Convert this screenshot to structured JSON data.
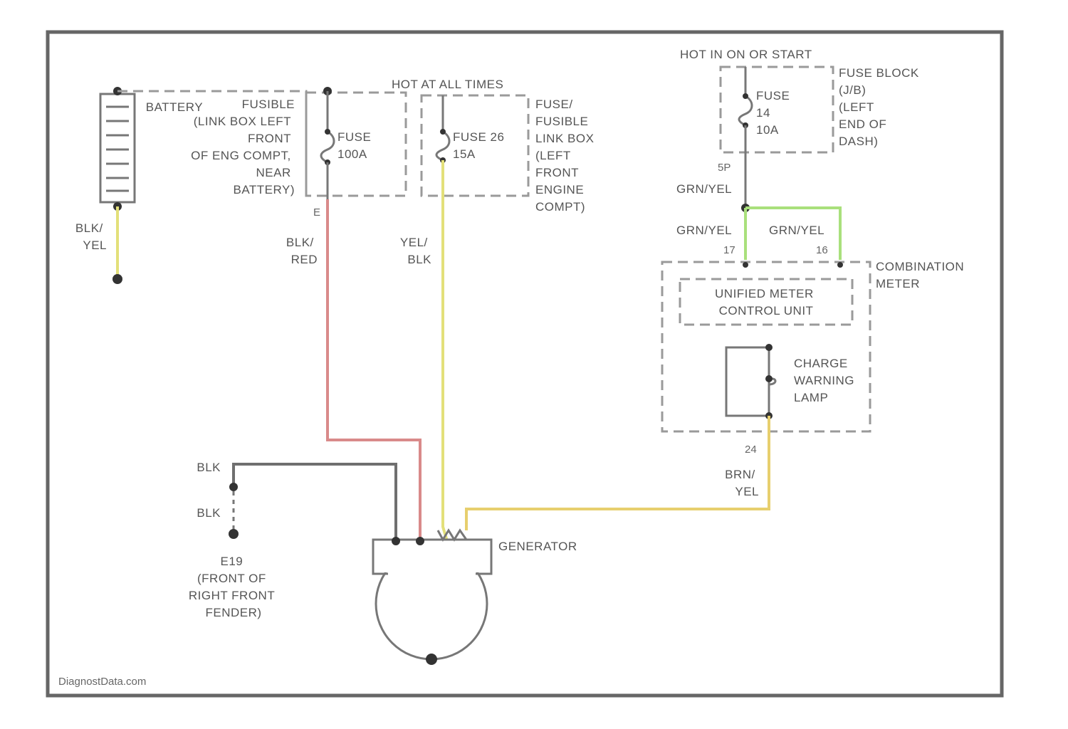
{
  "watermark": "DiagnostData.com",
  "labels": {
    "battery": [
      "BATTERY",
      "(LINK BOX LEFT",
      "FRONT",
      "OF ENG COMPT,",
      "NEAR",
      "BATTERY)"
    ],
    "fusible": "FUSIBLE",
    "hot_at_all_times": "HOT AT ALL TIMES",
    "fuse_a": [
      "FUSE",
      "100A"
    ],
    "fuse_b": [
      "FUSE 26",
      "15A"
    ],
    "fusible_link_box": [
      "FUSE/",
      "FUSIBLE",
      "LINK BOX",
      "(LEFT",
      "FRONT",
      "ENGINE",
      "COMPT)"
    ],
    "hot_in_on": "HOT IN ON OR START",
    "fuse_14": [
      "FUSE",
      "14",
      "10A"
    ],
    "fuse_block": [
      "FUSE BLOCK",
      "(J/B)",
      "(LEFT",
      "END OF",
      "DASH)"
    ],
    "conn_5p": "5P",
    "conn_e": "E",
    "grn_yel_top": "GRN/YEL",
    "grn_yel_left": "GRN/YEL",
    "grn_yel_right": "GRN/YEL",
    "pin_17": "17",
    "pin_16": "16",
    "pin_24": "24",
    "combination_meter": [
      "COMBINATION",
      "METER"
    ],
    "unified_meter": [
      "UNIFIED METER",
      "CONTROL UNIT"
    ],
    "charge_warning": [
      "CHARGE",
      "WARNING",
      "LAMP"
    ],
    "blk_yel": [
      "BLK/",
      "YEL"
    ],
    "blk_red": [
      "BLK/",
      "RED"
    ],
    "yel_blk": [
      "YEL/",
      "BLK"
    ],
    "brn_yel": [
      "BRN/",
      "YEL"
    ],
    "blk_1": "BLK",
    "blk_2": "BLK",
    "ground": [
      "E19",
      "(FRONT OF",
      "RIGHT FRONT",
      "FENDER)"
    ],
    "generator": "GENERATOR"
  },
  "colors": {
    "frame": "#666666",
    "wire_gray": "#6f6f6f",
    "wire_red": "#d98a8a",
    "wire_yellow": "#e3e07a",
    "wire_orange_yellow": "#e7cf6e",
    "wire_green": "#a9e07c"
  }
}
